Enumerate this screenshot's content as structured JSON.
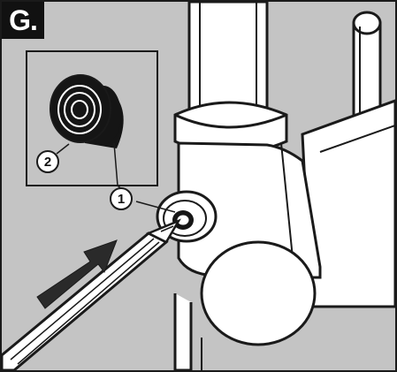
{
  "figure": {
    "step_label": "G.",
    "callouts": [
      {
        "id": "callout-1",
        "label": "1"
      },
      {
        "id": "callout-2",
        "label": "2"
      }
    ]
  },
  "colors": {
    "background": "#c4c4c4",
    "line": "#1a1a1a",
    "part_fill": "#ffffff",
    "o_ring": "#151515",
    "arrow": "#2a2a2a"
  },
  "icons": [
    "push-arrow-icon",
    "screwdriver-icon",
    "o-ring-icon",
    "faucet-body-icon"
  ]
}
